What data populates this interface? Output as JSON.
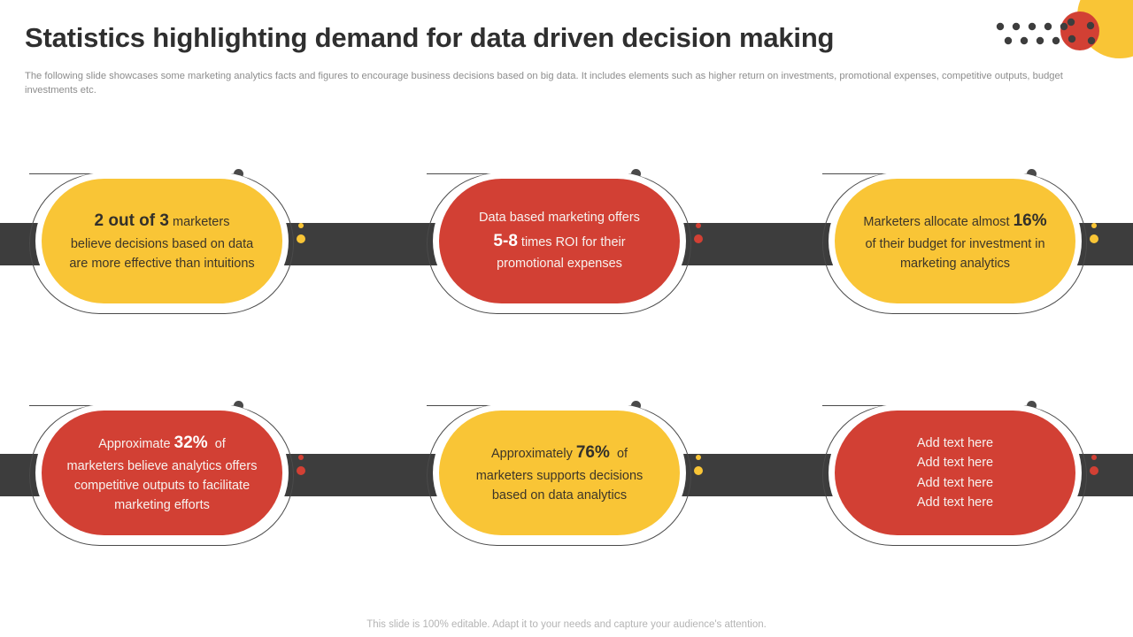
{
  "slide": {
    "title": "Statistics highlighting demand for data driven decision making",
    "subtitle": "The following slide showcases some marketing analytics facts and figures to encourage business decisions based on big data. It includes elements such as higher return on investments, promotional expenses, competitive outputs, budget investments etc.",
    "footer_note": "This slide is 100% editable. Adapt it to your needs and capture your audience's attention."
  },
  "theme": {
    "yellow": "#f9c536",
    "red": "#d24034",
    "dark_band": "#3d3d3d",
    "outline": "#4a4a4a",
    "title_color": "#2f2f2f",
    "subtitle_color": "#8d8d8d",
    "footer_color": "#b4b4b4",
    "background": "#ffffff"
  },
  "decoration": {
    "corner_yellow_circle": "#f9c536",
    "corner_red_circle": "#d24034",
    "corner_dot_color": "#3d3d3d",
    "dot_row_1_count": 5,
    "dot_row_2_count": 4,
    "red_circle_dot_count": 4
  },
  "rows": [
    {
      "name": "top-row",
      "cards": [
        {
          "color": "yellow",
          "lines": [
            {
              "strong": "2 out of 3",
              "text": " marketers"
            },
            {
              "strong": "",
              "text": "believe decisions based on data"
            },
            {
              "strong": "",
              "text": "are more effective than intuitions"
            }
          ]
        },
        {
          "color": "red",
          "lines": [
            {
              "strong": "",
              "text": "Data based marketing offers"
            },
            {
              "strong": "5-8",
              "text": " times ROI for their"
            },
            {
              "strong": "",
              "text": "promotional expenses"
            }
          ]
        },
        {
          "color": "yellow",
          "lines": [
            {
              "strong": "",
              "text": "Marketers allocate almost "
            },
            {
              "strong": "16%",
              "text": ""
            },
            {
              "strong": "",
              "text": "of their budget for investment in"
            },
            {
              "strong": "",
              "text": "marketing analytics"
            }
          ]
        }
      ]
    },
    {
      "name": "bottom-row",
      "cards": [
        {
          "color": "red",
          "lines": [
            {
              "strong": "",
              "text": "Approximate "
            },
            {
              "strong": "32%",
              "text": "  of"
            },
            {
              "strong": "",
              "text": "marketers believe analytics offers"
            },
            {
              "strong": "",
              "text": "competitive outputs to facilitate"
            },
            {
              "strong": "",
              "text": "marketing efforts"
            }
          ]
        },
        {
          "color": "yellow",
          "lines": [
            {
              "strong": "",
              "text": "Approximately "
            },
            {
              "strong": "76%",
              "text": "  of"
            },
            {
              "strong": "",
              "text": "marketers supports decisions"
            },
            {
              "strong": "",
              "text": "based on data analytics"
            }
          ]
        },
        {
          "color": "red",
          "lines": [
            {
              "strong": "",
              "text": "Add text here"
            },
            {
              "strong": "",
              "text": "Add text here"
            },
            {
              "strong": "",
              "text": "Add text here"
            },
            {
              "strong": "",
              "text": "Add text here"
            }
          ]
        }
      ]
    }
  ],
  "cards_text": {
    "card_0_html": "<b>2 out of 3</b> marketers<br>believe decisions based on data<br>are more effective than intuitions",
    "card_1_html": "Data based marketing offers<br><b>5-8</b> times ROI for their<br>promotional expenses",
    "card_2_html": "Marketers allocate almost <b>16%</b><br>of their budget for investment in<br>marketing analytics",
    "card_3_html": "Approximate <b>32%</b>&nbsp; of<br>marketers believe analytics offers<br>competitive outputs to facilitate<br>marketing efforts",
    "card_4_html": "Approximately <b>76%</b>&nbsp; of<br>marketers supports decisions<br>based on data analytics",
    "card_5_html": "Add text here<br>Add text here<br>Add text here<br>Add text here"
  }
}
